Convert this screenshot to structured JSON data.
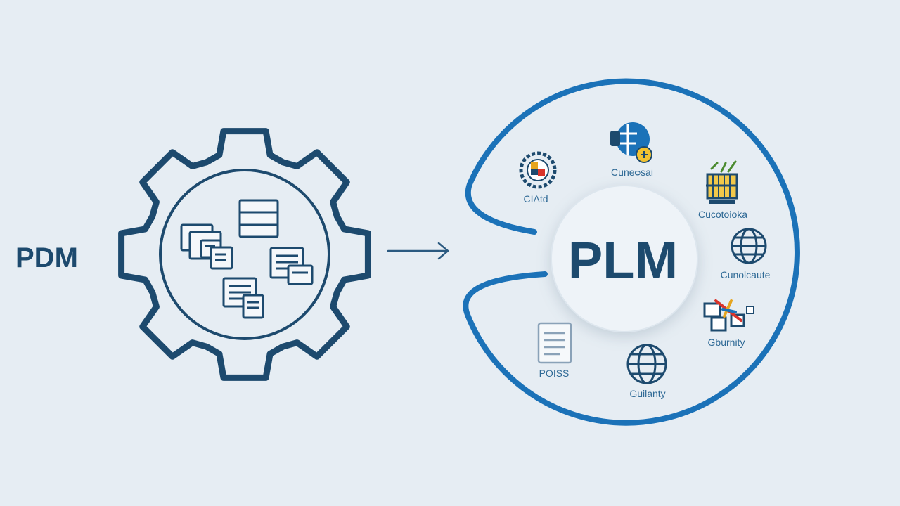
{
  "colors": {
    "background": "#e6edf3",
    "navy": "#1d4a6e",
    "ring_blue": "#1b72b8",
    "label_blue": "#2f6a96",
    "center_fill": "#eef3f8"
  },
  "pdm": {
    "label": "PDM",
    "icons": [
      "stacked-list-icon",
      "document-stack-icon",
      "document-list-icon",
      "document-form-icon",
      "document-pair-icon"
    ]
  },
  "arrow": {
    "icon": "arrow-right-icon"
  },
  "plm": {
    "label": "PLM",
    "satellites": [
      {
        "label": "CIAtd",
        "icon": "colorful-gear-icon"
      },
      {
        "label": "Cuneᴑsai",
        "icon": "globe-hand-icon"
      },
      {
        "label": "Cucotoioka",
        "icon": "leaf-box-icon"
      },
      {
        "label": "Cunolcaute",
        "icon": "globe-icon"
      },
      {
        "label": "Gburnity",
        "icon": "puzzle-pieces-icon"
      },
      {
        "label": "Guilanty",
        "icon": "globe-icon"
      },
      {
        "label": "POISS",
        "icon": "document-list-icon"
      }
    ]
  }
}
